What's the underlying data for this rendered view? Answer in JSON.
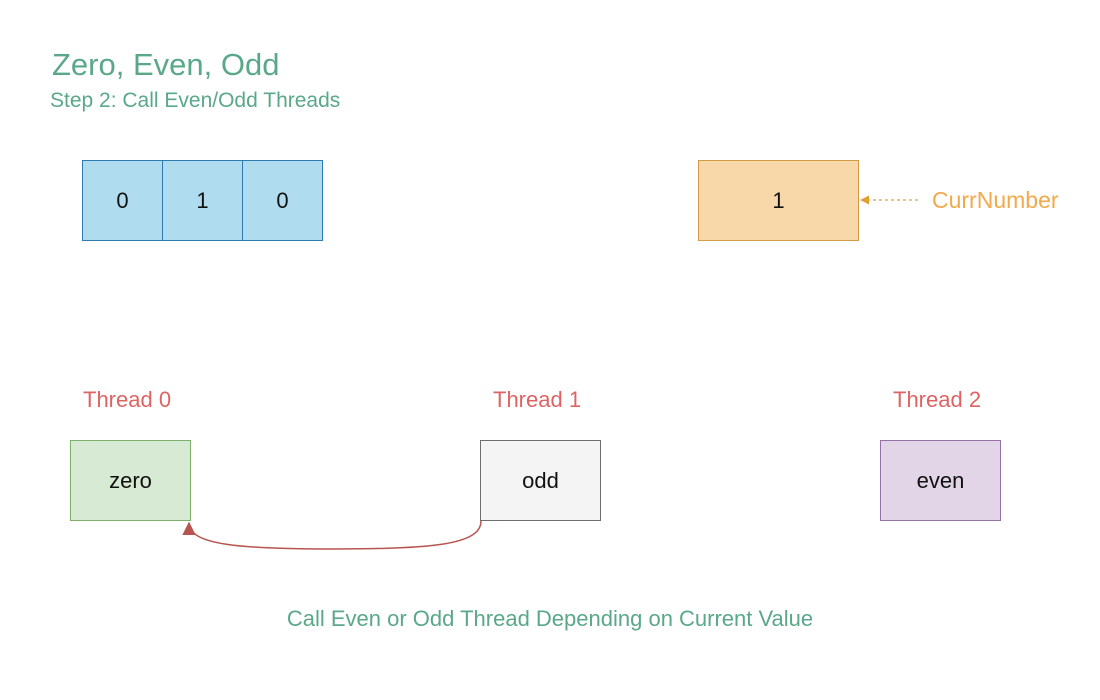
{
  "title": "Zero, Even, Odd",
  "subtitle": "Step 2: Call Even/Odd Threads",
  "array": {
    "cells": [
      "0",
      "1",
      "0"
    ]
  },
  "current": {
    "value": "1",
    "label": "CurrNumber"
  },
  "threads": [
    {
      "label": "Thread 0",
      "name": "zero"
    },
    {
      "label": "Thread 1",
      "name": "odd"
    },
    {
      "label": "Thread 2",
      "name": "even"
    }
  ],
  "caption": "Call Even or Odd Thread Depending on Current Value",
  "colors": {
    "title": "#5aa889",
    "array_fill": "#b0dcef",
    "array_stroke": "#2e7bb0",
    "current_fill": "#f8d8a9",
    "current_stroke": "#d39a47",
    "current_label": "#f2a94c",
    "thread_label": "#dd6464",
    "zero_fill": "#d7ead3",
    "odd_fill": "#f4f4f4",
    "even_fill": "#e1d5e7",
    "call_arrow": "#b85450"
  }
}
